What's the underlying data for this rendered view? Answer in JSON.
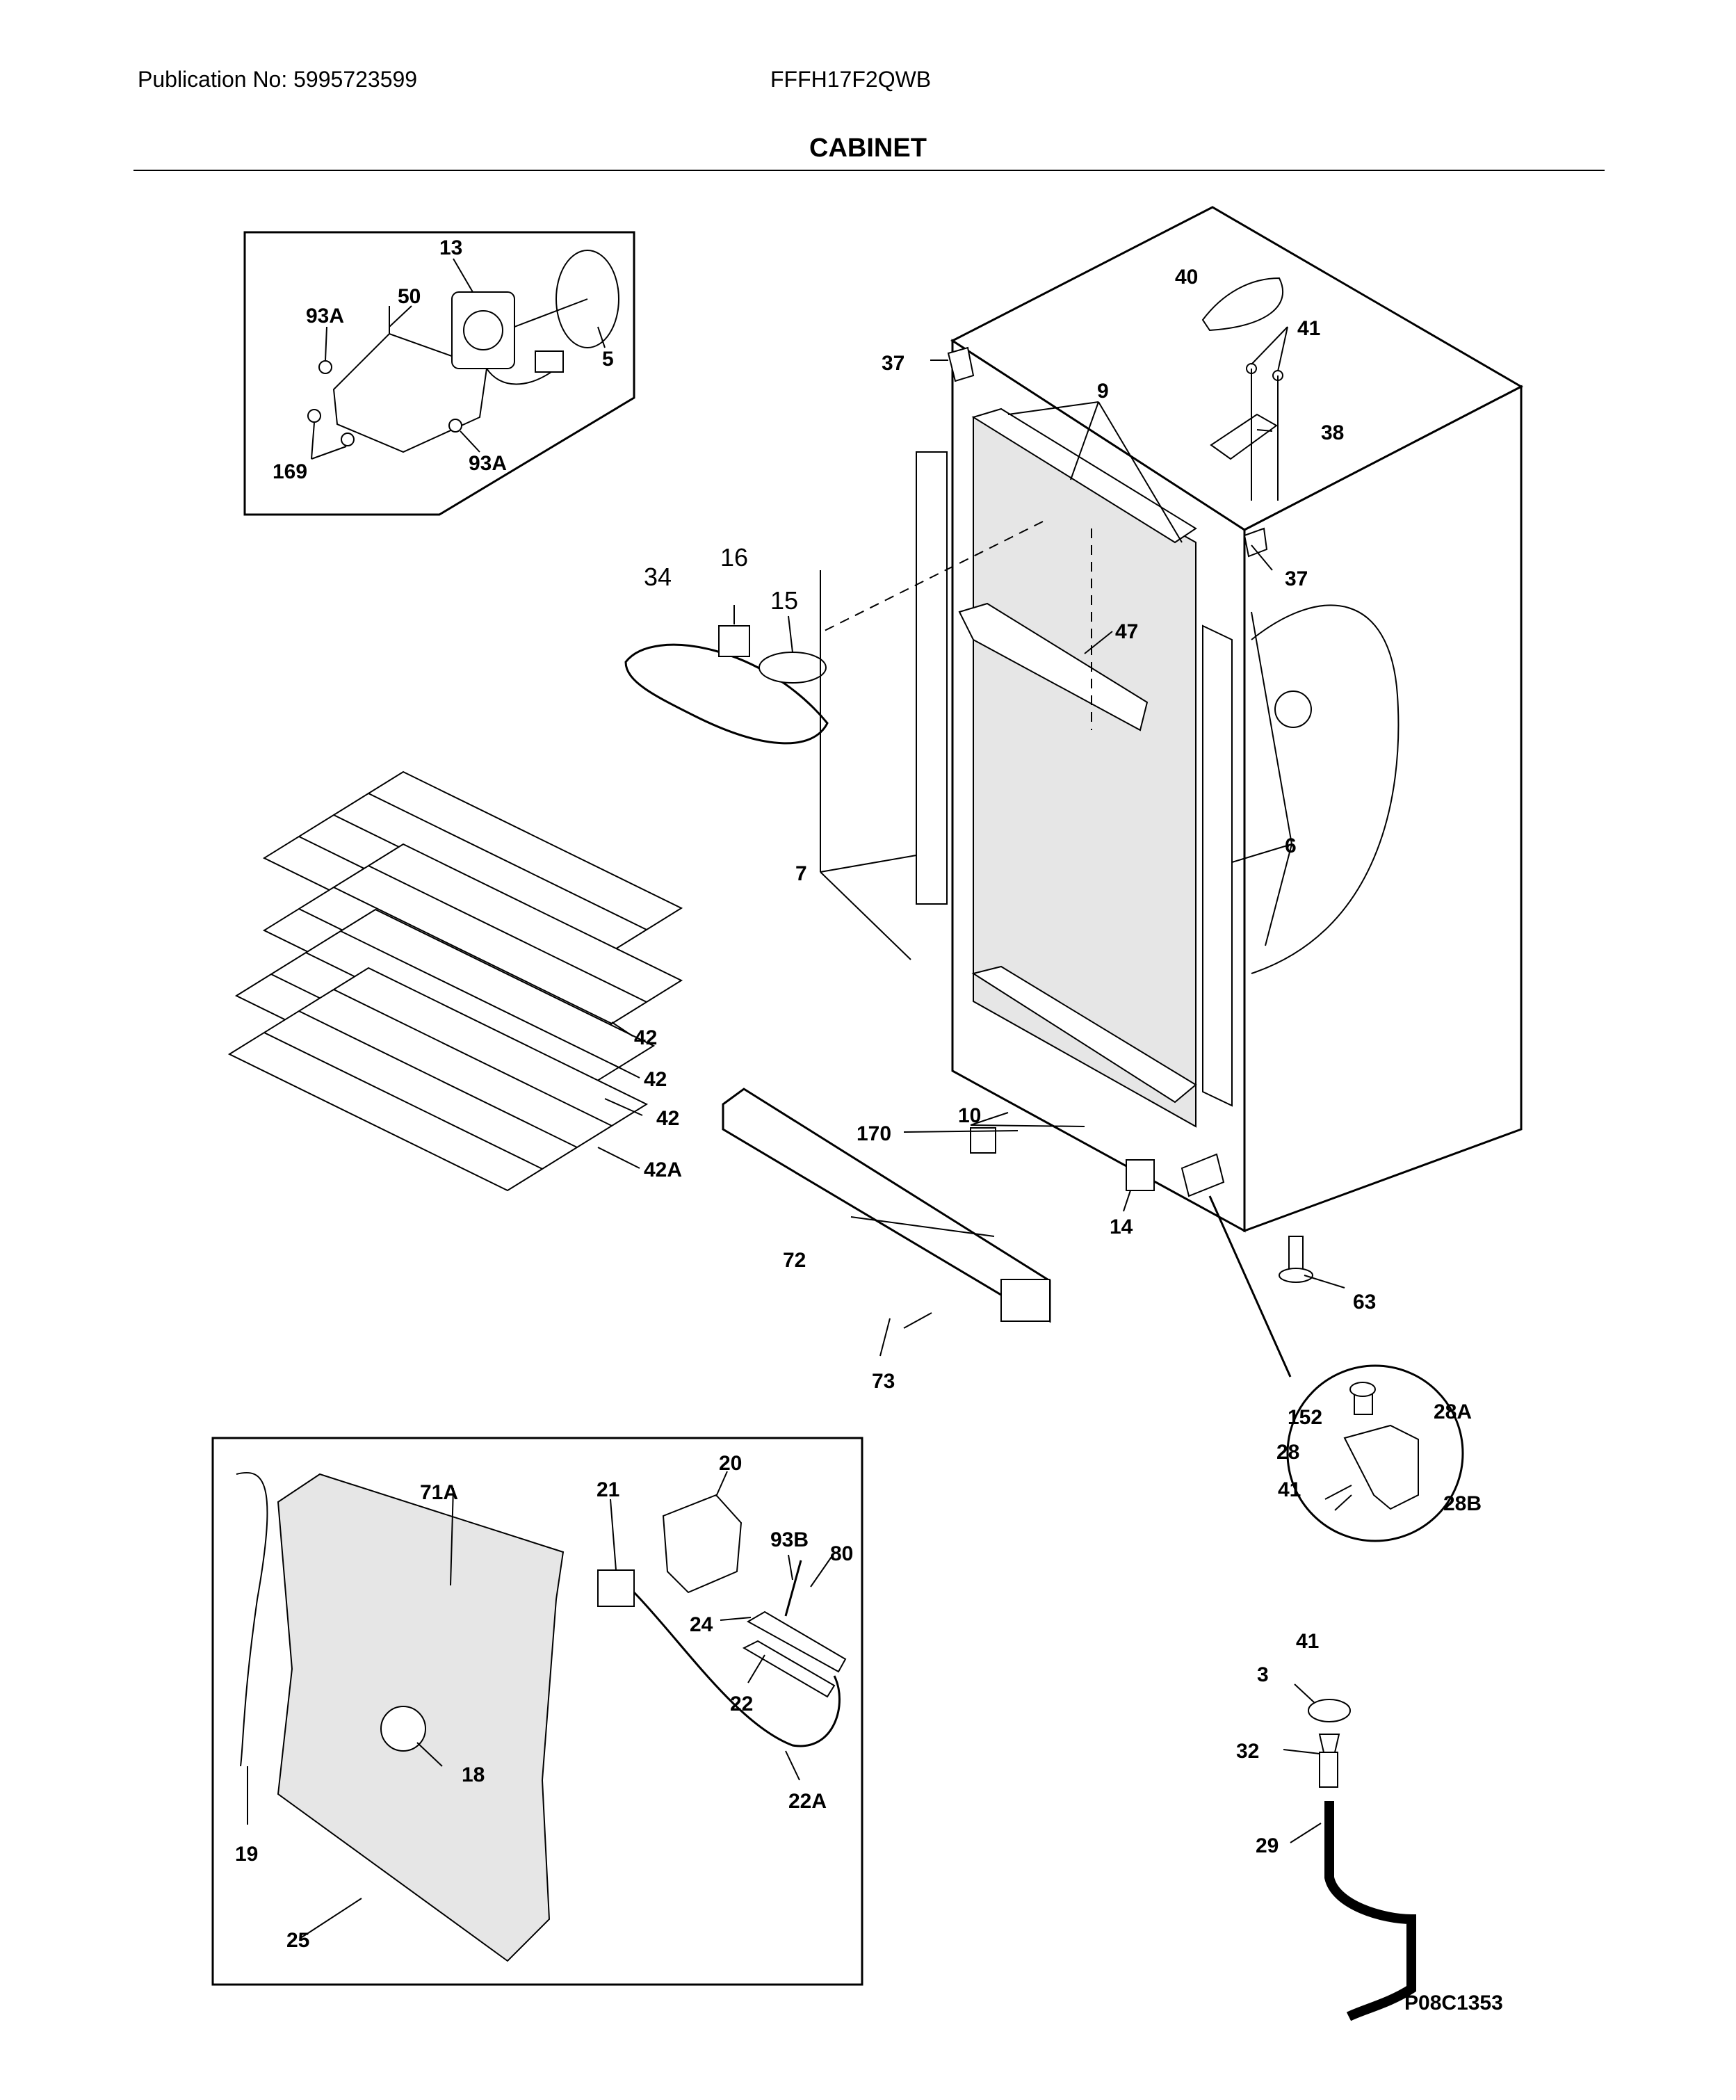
{
  "header": {
    "publication": "Publication No: 5995723599",
    "model": "FFFH17F2QWB",
    "section_title": "CABINET"
  },
  "diagram_code": "P08C1353",
  "callouts": {
    "c13": "13",
    "c50": "50",
    "c93A_top": "93A",
    "c5": "5",
    "c169": "169",
    "c93A_bot": "93A",
    "c40": "40",
    "c41_top": "41",
    "c37_left": "37",
    "c9": "9",
    "c38": "38",
    "c37_right": "37",
    "c34": "34",
    "c16": "16",
    "c15": "15",
    "c47": "47",
    "c7": "7",
    "c6": "6",
    "c42_a": "42",
    "c42_b": "42",
    "c42_c": "42",
    "c42A": "42A",
    "c170": "170",
    "c10": "10",
    "c14": "14",
    "c72": "72",
    "c63": "63",
    "c73": "73",
    "c152": "152",
    "c28A": "28A",
    "c28": "28",
    "c41_hinge": "41",
    "c28B": "28B",
    "c71A": "71A",
    "c21": "21",
    "c20": "20",
    "c93B": "93B",
    "c80": "80",
    "c24": "24",
    "c22": "22",
    "c18": "18",
    "c19": "19",
    "c22A": "22A",
    "c25": "25",
    "c41_leg": "41",
    "c3": "3",
    "c32": "32",
    "c29": "29"
  }
}
